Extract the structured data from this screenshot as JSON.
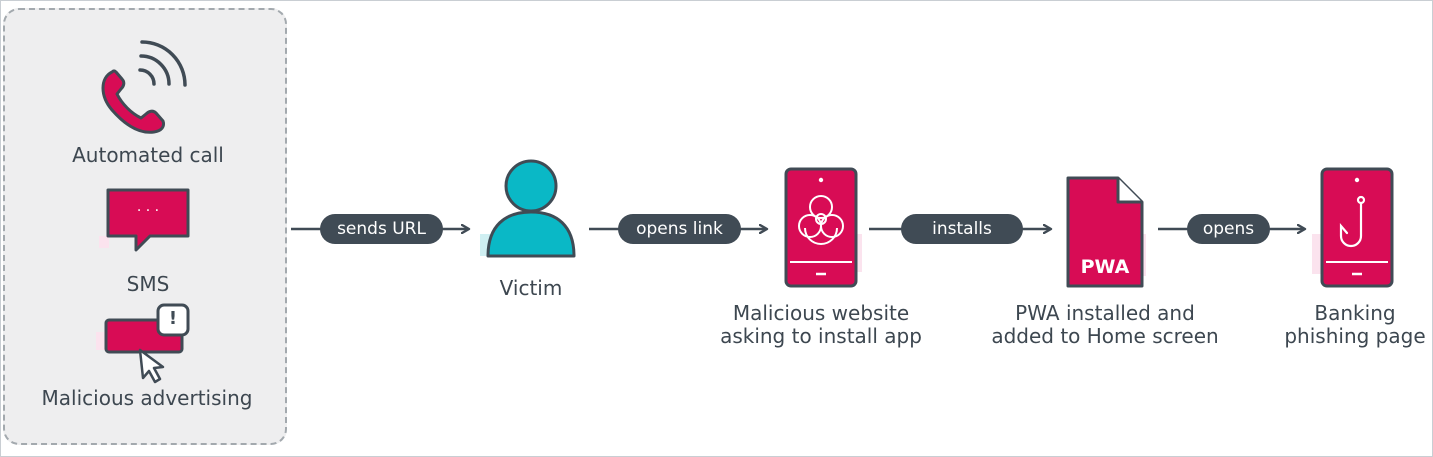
{
  "colors": {
    "accent": "#d80c55",
    "dark": "#404b55",
    "teal": "#0ab8c6",
    "panel": "#eeeeef",
    "dash": "#a3a9ae"
  },
  "sources": {
    "call_label": "Automated call",
    "sms_label": "SMS",
    "sms_bubble_text": "· · ·",
    "ads_label": "Malicious advertising",
    "ads_alert_mark": "!"
  },
  "steps": {
    "victim_label": "Victim",
    "website_label_1": "Malicious website",
    "website_label_2": "asking to install app",
    "pwa_label_1": "PWA installed and",
    "pwa_label_2": "added to Home screen",
    "pwa_file_text": "PWA",
    "banking_label_1": "Banking",
    "banking_label_2": "phishing page"
  },
  "edges": {
    "sends_url": "sends URL",
    "opens_link": "opens link",
    "installs": "installs",
    "opens": "opens"
  },
  "icons": [
    "phone-icon",
    "sms-icon",
    "ad-icon",
    "cursor-icon",
    "user-icon",
    "smartphone-icon",
    "biohazard-icon",
    "file-icon",
    "fishhook-icon",
    "arrow-icon"
  ]
}
